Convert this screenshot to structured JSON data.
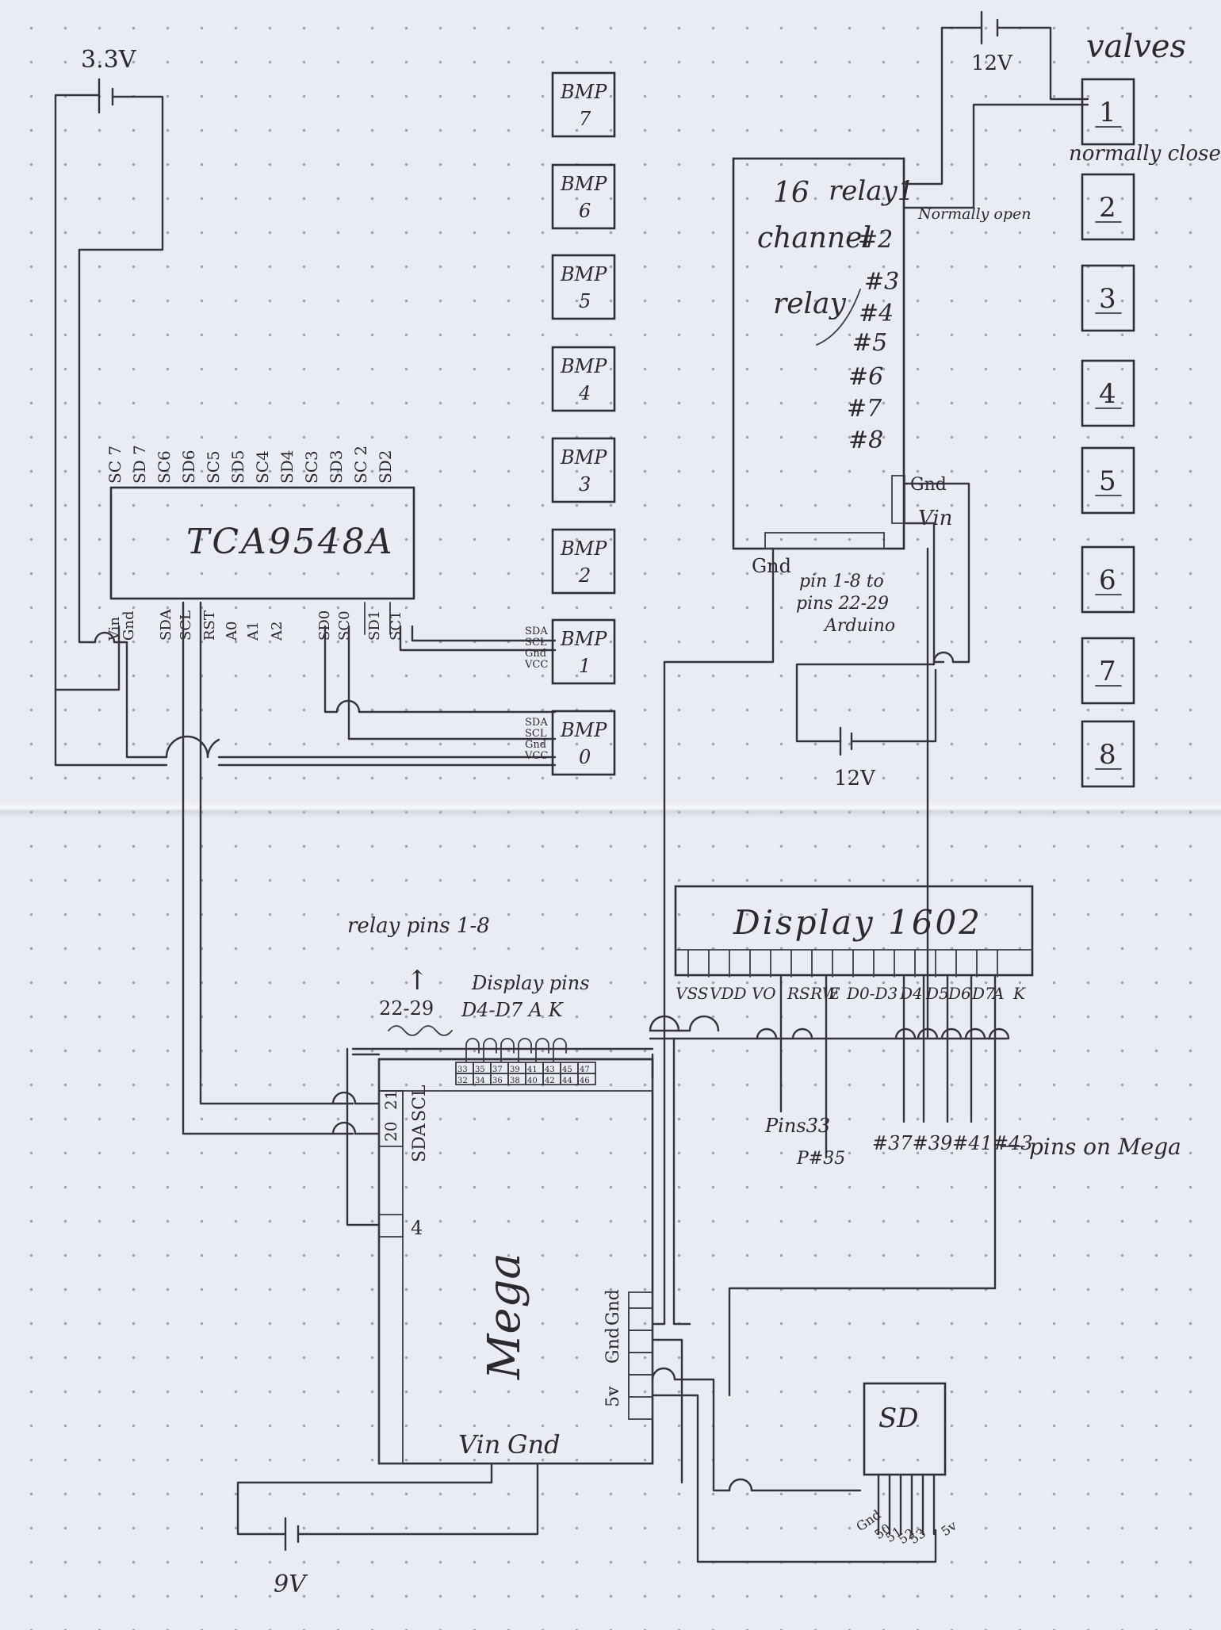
{
  "power": {
    "top_left_supply": "3.3V",
    "valve_supply": "12V",
    "relay_supply": "12V",
    "mega_supply": "9V"
  },
  "valves": {
    "heading": "valves",
    "normally_closed_note": "normally close",
    "labels": [
      "1",
      "2",
      "3",
      "4",
      "5",
      "6",
      "7",
      "8"
    ]
  },
  "bmp_sensors": [
    {
      "line1": "BMP",
      "line2": "7"
    },
    {
      "line1": "BMP",
      "line2": "6"
    },
    {
      "line1": "BMP",
      "line2": "5"
    },
    {
      "line1": "BMP",
      "line2": "4"
    },
    {
      "line1": "BMP",
      "line2": "3"
    },
    {
      "line1": "BMP",
      "line2": "2"
    },
    {
      "line1": "BMP",
      "line2": "1"
    },
    {
      "line1": "BMP",
      "line2": "0"
    }
  ],
  "bmp_pins": [
    "SDA",
    "SCL",
    "Gnd",
    "VCC"
  ],
  "mux": {
    "name": "TCA9548A",
    "top_pins": [
      "SC 7",
      "SD 7",
      "SC6",
      "SD6",
      "SC5",
      "SD5",
      "SC4",
      "SD4",
      "SC3",
      "SD3",
      "SC 2",
      "SD2"
    ],
    "bottom_pins": [
      "Vin",
      "Gnd",
      "SDA",
      "SCL",
      "RST",
      "A0",
      "A1",
      "A2",
      "SD0",
      "SC0",
      "SD1",
      "SC1"
    ]
  },
  "relay": {
    "title_lines": [
      "16",
      "channel",
      "relay"
    ],
    "channels": [
      "relay1",
      "#2",
      "#3",
      "#4",
      "#5",
      "#6",
      "#7",
      "#8"
    ],
    "normally_open_note": "Normally open",
    "side_pins": [
      "Gnd",
      "Vin"
    ],
    "bottom_gnd": "Gnd",
    "pin_note_lines": [
      "pin 1-8 to",
      "pins 22-29",
      "Arduino"
    ]
  },
  "display": {
    "title": "Display 1602",
    "pin_labels": [
      "VSS",
      "VDD",
      "VO",
      "RS",
      "RW",
      "E",
      "D0-D3",
      "D4",
      "D5",
      "D6",
      "D7",
      "A",
      "K"
    ],
    "pins_mega_33": "Pins33",
    "pins_mega_35": "P#35",
    "pins_mega_group": "#37#39#41#43",
    "pins_on_mega_note": "pins on Mega"
  },
  "mega": {
    "name": "Mega",
    "relay_pins_note": "relay pins 1-8",
    "relay_range": "22-29",
    "display_pins_note": "Display pins",
    "display_pins_range": "D4-D7 A K",
    "i2c_pins": [
      "21",
      "20"
    ],
    "i2c_labels": [
      "SCL",
      "SDA"
    ],
    "pin_4": "4",
    "power_pins": [
      "5v",
      "Gnd",
      "Gnd"
    ],
    "vin_label": "Vin",
    "gnd_label": "Gnd",
    "header_top": [
      "33",
      "35",
      "37",
      "39",
      "41",
      "43",
      "45",
      "47"
    ],
    "header_bottom": [
      "32",
      "34",
      "36",
      "38",
      "40",
      "42",
      "44",
      "46"
    ]
  },
  "sensor": {
    "name": "SD",
    "pins": [
      "Gnd",
      "50",
      "51",
      "52",
      "53",
      "5v"
    ]
  }
}
